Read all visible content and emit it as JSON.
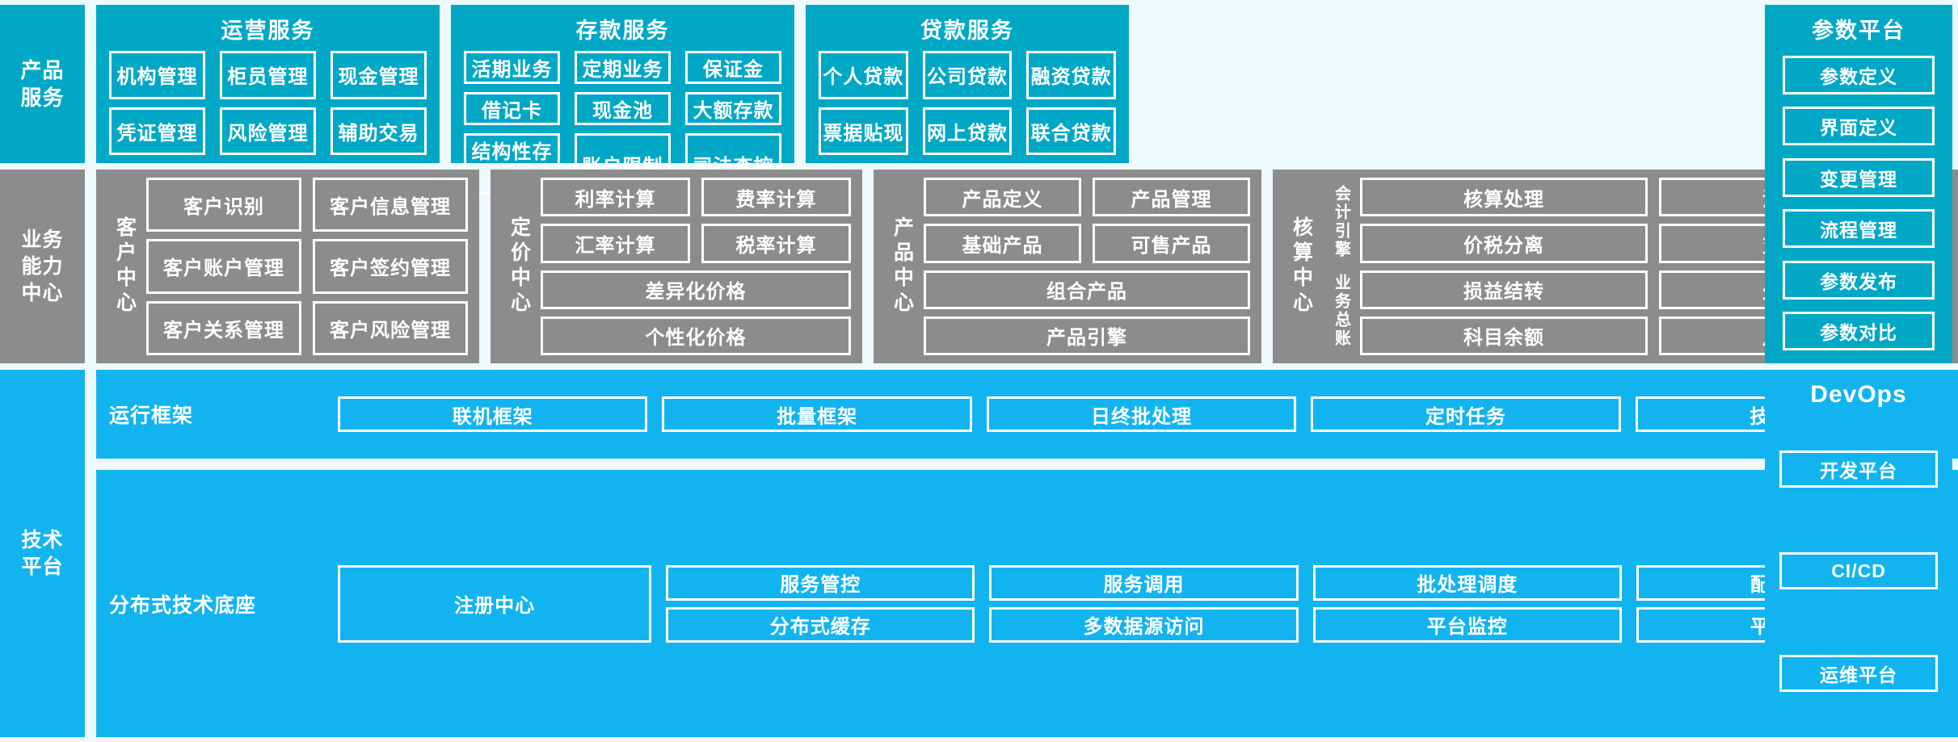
{
  "colors": {
    "teal": "#00a8c6",
    "gray": "#8c8c8c",
    "skyblue": "#12b4ef",
    "background": "#eef9fb",
    "outline": "#ffffff",
    "text": "#ffffff"
  },
  "layers": {
    "product_services": {
      "rail_label": "产品\n服务",
      "groups": [
        {
          "title": "运营服务",
          "rows": [
            [
              "机构管理",
              "柜员管理",
              "现金管理"
            ],
            [
              "凭证管理",
              "风险管理",
              "辅助交易"
            ]
          ]
        },
        {
          "title": "存款服务",
          "rows": [
            [
              "活期业务",
              "定期业务",
              "保证金"
            ],
            [
              "借记卡",
              "现金池",
              "大额存款"
            ],
            [
              "结构性存款",
              "账户限制",
              "司法查控"
            ]
          ]
        },
        {
          "title": "贷款服务",
          "rows": [
            [
              "个人贷款",
              "公司贷款",
              "融资贷款"
            ],
            [
              "票据贴现",
              "网上贷款",
              "联合贷款"
            ]
          ]
        }
      ]
    },
    "business_capability": {
      "rail_label": "业务\n能力\n中心",
      "centers": [
        {
          "name": "客户中心",
          "sublabels": [],
          "rows": [
            [
              "客户识别",
              "客户信息管理"
            ],
            [
              "客户账户管理",
              "客户签约管理"
            ],
            [
              "客户关系管理",
              "客户风险管理"
            ]
          ]
        },
        {
          "name": "定价中心",
          "sublabels": [],
          "rows": [
            [
              "利率计算",
              "费率计算"
            ],
            [
              "汇率计算",
              "税率计算"
            ],
            [
              "差异化价格"
            ],
            [
              "个性化价格"
            ]
          ]
        },
        {
          "name": "产品中心",
          "sublabels": [],
          "rows": [
            [
              "产品定义",
              "产品管理"
            ],
            [
              "基础产品",
              "可售产品"
            ],
            [
              "组合产品"
            ],
            [
              "产品引擎"
            ]
          ]
        },
        {
          "name": "核算中心",
          "sublabels": [
            "会计引擎",
            "业务总账"
          ],
          "rows": [
            [
              "核算处理",
              "清算处理"
            ],
            [
              "价税分离",
              "对账处理"
            ],
            [
              "损益结转",
              "外币重估"
            ],
            [
              "科目余额",
              "月结年结"
            ]
          ]
        }
      ]
    },
    "technical_platform": {
      "rail_label": "技术\n平台",
      "strips": [
        {
          "label": "运行框架",
          "items": [
            "联机框架",
            "批量框架",
            "日终批处理",
            "定时任务",
            "技术组件"
          ]
        },
        {
          "label": "分布式技术底座",
          "single": "注册中心",
          "pairs": [
            [
              "服务管控",
              "分布式缓存"
            ],
            [
              "服务调用",
              "多数据源访问"
            ],
            [
              "批处理调度",
              "平台监控"
            ],
            [
              "配置管理",
              "平台运维"
            ]
          ]
        }
      ]
    }
  },
  "parameter_platform": {
    "title": "参数平台",
    "items": [
      "参数定义",
      "界面定义",
      "变更管理",
      "流程管理",
      "参数发布",
      "参数对比"
    ]
  },
  "devops": {
    "title": "DevOps",
    "items": [
      "开发平台",
      "CI/CD",
      "运维平台"
    ]
  }
}
